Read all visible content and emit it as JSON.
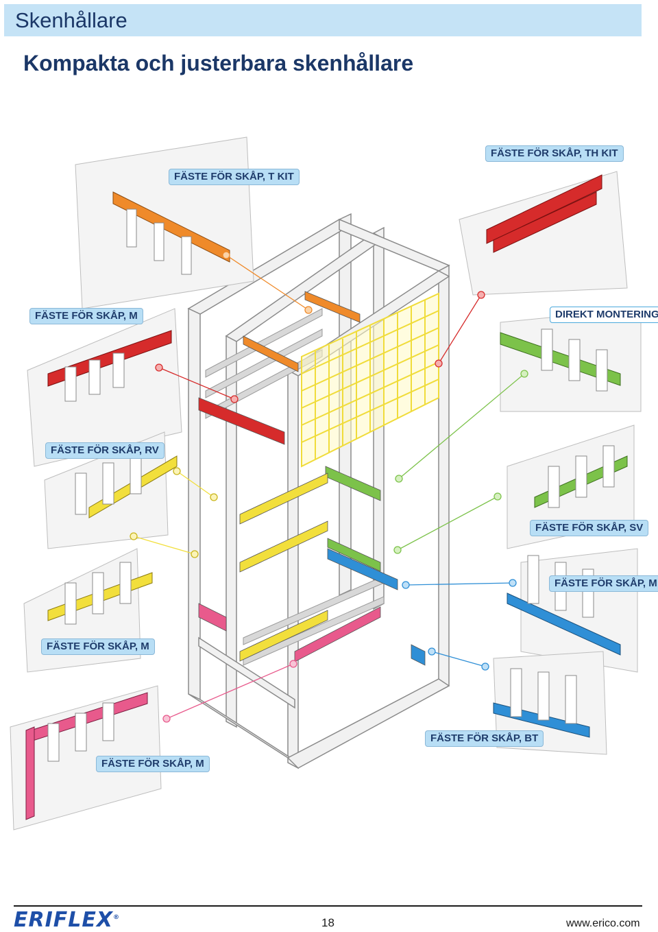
{
  "header": {
    "section_title": "Skenhållare",
    "subtitle": "Kompakta och justerbara skenhållare"
  },
  "labels": [
    "FÄSTE FÖR SKÅP, T KIT",
    "FÄSTE FÖR SKÅP, TH KIT",
    "FÄSTE FÖR SKÅP, M",
    "DIREKT MONTERING",
    "FÄSTE FÖR SKÅP, RV",
    "FÄSTE FÖR SKÅP, SV",
    "FÄSTE FÖR SKÅP, M",
    "FÄSTE FÖR SKÅP, M",
    "FÄSTE FÖR SKÅP, BT",
    "FÄSTE FÖR SKÅP, M"
  ],
  "colors": {
    "orange": "#ef8a2a",
    "red": "#d62b2b",
    "green": "#7cc24a",
    "yellow": "#f2df3c",
    "blue": "#2f8fd6",
    "pink": "#e85a8c",
    "frame": "#ededed",
    "band": "#c5e3f6"
  },
  "footer": {
    "logo": "ERIFLEX",
    "logo_mark": "®",
    "page_number": "18",
    "website": "www.erico.com"
  }
}
